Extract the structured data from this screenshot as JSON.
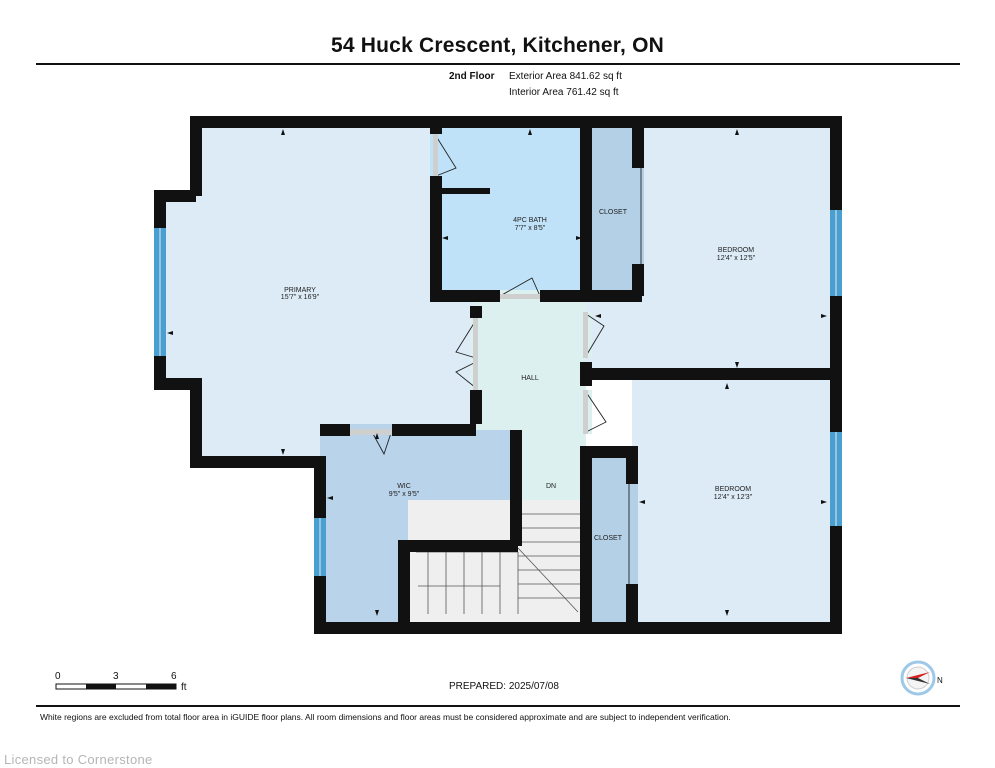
{
  "title": "54 Huck Crescent, Kitchener, ON",
  "floor_label": "2nd Floor",
  "exterior_area": "Exterior Area 841.62 sq ft",
  "interior_area": "Interior Area 761.42 sq ft",
  "rooms": {
    "primary": {
      "name": "PRIMARY",
      "dims": "15'7\" x 16'9\""
    },
    "bath": {
      "name": "4PC BATH",
      "dims": "7'7\" x 8'5\""
    },
    "closet_top": {
      "name": "CLOSET"
    },
    "bedroom_top": {
      "name": "BEDROOM",
      "dims": "12'4\" x 12'5\""
    },
    "hall": {
      "name": "HALL"
    },
    "wic": {
      "name": "WIC",
      "dims": "9'5\" x 9'5\""
    },
    "dn": {
      "name": "DN"
    },
    "closet_bottom": {
      "name": "CLOSET"
    },
    "bedroom_bottom": {
      "name": "BEDROOM",
      "dims": "12'4\" x 12'3\""
    }
  },
  "scale": {
    "labels": [
      "0",
      "3",
      "6"
    ],
    "unit": "ft"
  },
  "prepared": "PREPARED: 2025/07/08",
  "compass_label": "N",
  "footer_note": "White regions are excluded from total floor area in iGUIDE floor plans. All room dimensions and floor areas must be considered approximate and are subject to independent verification.",
  "watermark": "Licensed to Cornerstone",
  "colors": {
    "wall": "#111111",
    "room_light": "#dcebf6",
    "bath": "#bfe2f8",
    "closet": "#b4d0e6",
    "wic": "#b8d3ea",
    "hall": "#dcf1ef",
    "window": "#4a9fd0",
    "door": "#cfcfcf"
  }
}
